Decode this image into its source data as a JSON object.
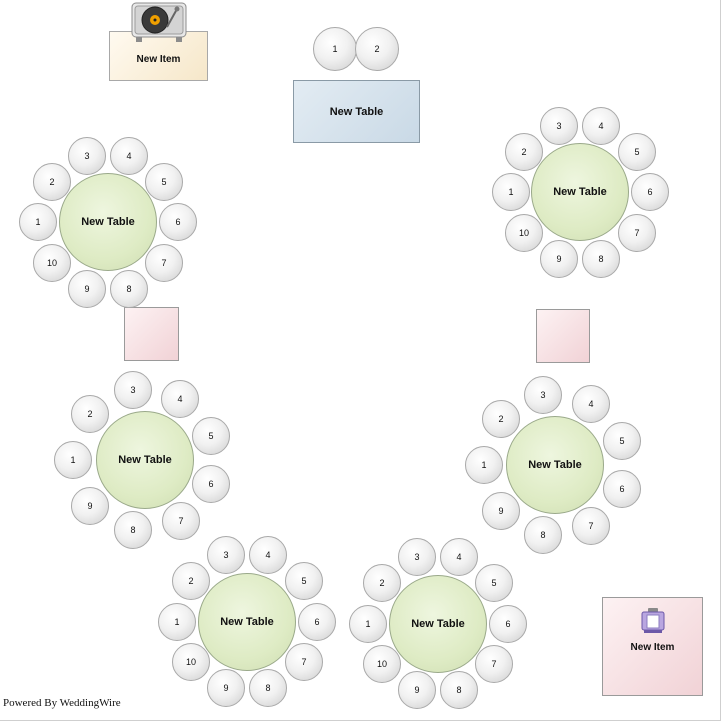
{
  "floorplan": {
    "dj_item": {
      "label": "New Item",
      "icon": "turntable-icon"
    },
    "podium_item": {
      "label": "New Item",
      "icon": "podium-icon"
    },
    "head_table": {
      "label": "New Table",
      "seats": [
        "1",
        "2"
      ]
    },
    "round_tables": [
      {
        "label": "New Table",
        "seats": [
          "1",
          "2",
          "3",
          "4",
          "5",
          "6",
          "7",
          "8",
          "9",
          "10"
        ]
      },
      {
        "label": "New Table",
        "seats": [
          "1",
          "2",
          "3",
          "4",
          "5",
          "6",
          "7",
          "8",
          "9",
          "10"
        ]
      },
      {
        "label": "New Table",
        "seats": [
          "1",
          "2",
          "3",
          "4",
          "5",
          "6",
          "7",
          "8",
          "9"
        ]
      },
      {
        "label": "New Table",
        "seats": [
          "1",
          "2",
          "3",
          "4",
          "5",
          "6",
          "7",
          "8",
          "9"
        ]
      },
      {
        "label": "New Table",
        "seats": [
          "1",
          "2",
          "3",
          "4",
          "5",
          "6",
          "7",
          "8",
          "9",
          "10"
        ]
      },
      {
        "label": "New Table",
        "seats": [
          "1",
          "2",
          "3",
          "4",
          "5",
          "6",
          "7",
          "8",
          "9",
          "10"
        ]
      }
    ]
  },
  "footer": {
    "text": "Powered By WeddingWire"
  }
}
